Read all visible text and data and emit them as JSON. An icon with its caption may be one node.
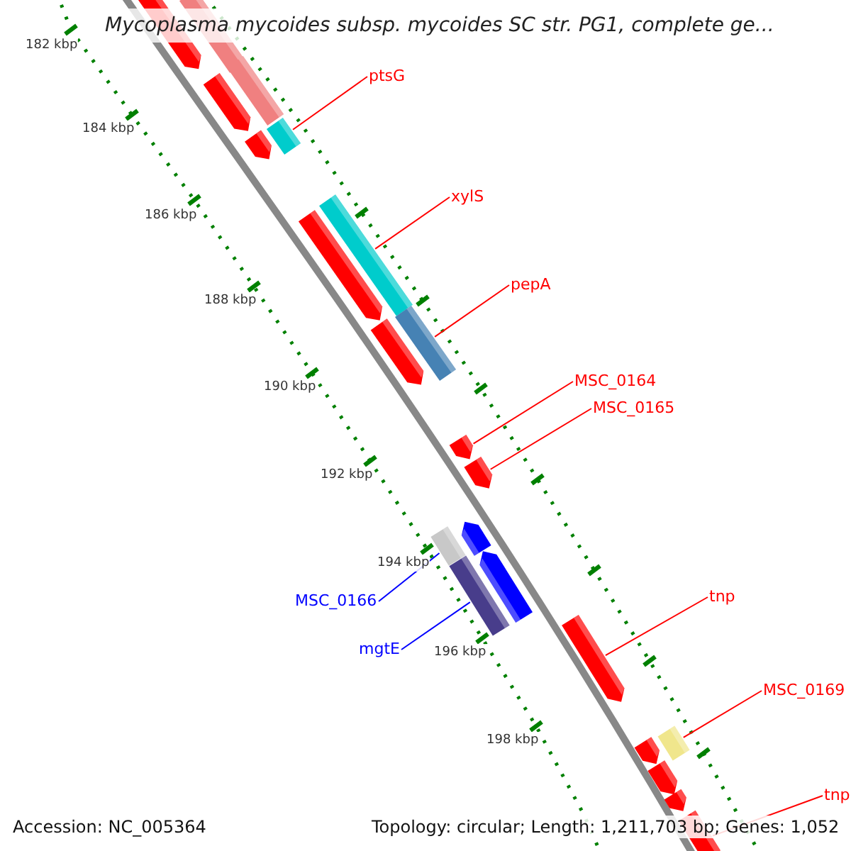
{
  "diagram": {
    "title": "Mycoplasma mycoides subsp. mycoides SC str. PG1, complete ge...",
    "nodes": [
      {
        "text": [
          "ptsG"
        ]
      },
      {
        "text": [
          "xylS"
        ]
      },
      {
        "text": [
          "pepA"
        ]
      },
      {
        "text": [
          "MSC_0164"
        ]
      },
      {
        "text": [
          "MSC_0165"
        ]
      },
      {
        "text": [
          "MSC_0166"
        ]
      },
      {
        "text": [
          "tnp"
        ]
      },
      {
        "text": [
          "mgtE"
        ]
      },
      {
        "text": [
          "MSC_0169"
        ]
      },
      {
        "text": [
          "tnp"
        ]
      },
      {
        "text": [],
        "shape": "arrow"
      },
      {
        "text": [],
        "shape": "box"
      },
      {
        "text": [],
        "shape": "box"
      },
      {
        "text": [],
        "shape": "arrow"
      },
      {
        "text": [],
        "shape": "box"
      },
      {
        "text": [],
        "shape": "arrow"
      },
      {
        "text": [],
        "shape": "box"
      },
      {
        "text": [],
        "shape": "arrow"
      },
      {
        "text": [],
        "shape": "box"
      },
      {
        "text": [],
        "shape": "arrow"
      },
      {
        "text": [],
        "shape": "arrow"
      },
      {
        "text": [],
        "shape": "arrow"
      },
      {
        "text": [],
        "shape": "arrow"
      },
      {
        "text": [],
        "shape": "box"
      },
      {
        "text": [],
        "shape": "arrow"
      },
      {
        "text": [],
        "shape": "box"
      },
      {
        "text": [],
        "shape": "arrow"
      },
      {
        "text": [],
        "shape": "box"
      },
      {
        "text": [],
        "shape": "arrow"
      },
      {
        "text": [],
        "shape": "arrow"
      },
      {
        "text": [],
        "shape": "arrow"
      },
      {
        "text": [],
        "shape": "arrow"
      }
    ],
    "edges": [
      {
        "from": 0,
        "to": 14,
        "arrow": "none"
      },
      {
        "from": 1,
        "to": 16,
        "arrow": "none"
      },
      {
        "from": 2,
        "to": 18,
        "arrow": "none"
      },
      {
        "from": 3,
        "to": 20,
        "arrow": "none"
      },
      {
        "from": 4,
        "to": 21,
        "arrow": "none"
      },
      {
        "from": 5,
        "to": 23,
        "arrow": "none",
        "color": "#0000ff"
      },
      {
        "from": 6,
        "to": 26,
        "arrow": "none"
      },
      {
        "from": 7,
        "to": 25,
        "arrow": "none",
        "color": "#0000ff"
      },
      {
        "from": 8,
        "to": 27,
        "arrow": "none"
      },
      {
        "from": 9,
        "to": 31,
        "arrow": "none"
      }
    ],
    "labels": [
      "182 kbp",
      "184 kbp",
      "186 kbp",
      "188 kbp",
      "190 kbp",
      "192 kbp",
      "194 kbp",
      "196 kbp",
      "198 kbp",
      "Accession: NC_005364",
      "Topology: circular; Length: 1,211,703 bp; Genes: 1,052"
    ]
  }
}
